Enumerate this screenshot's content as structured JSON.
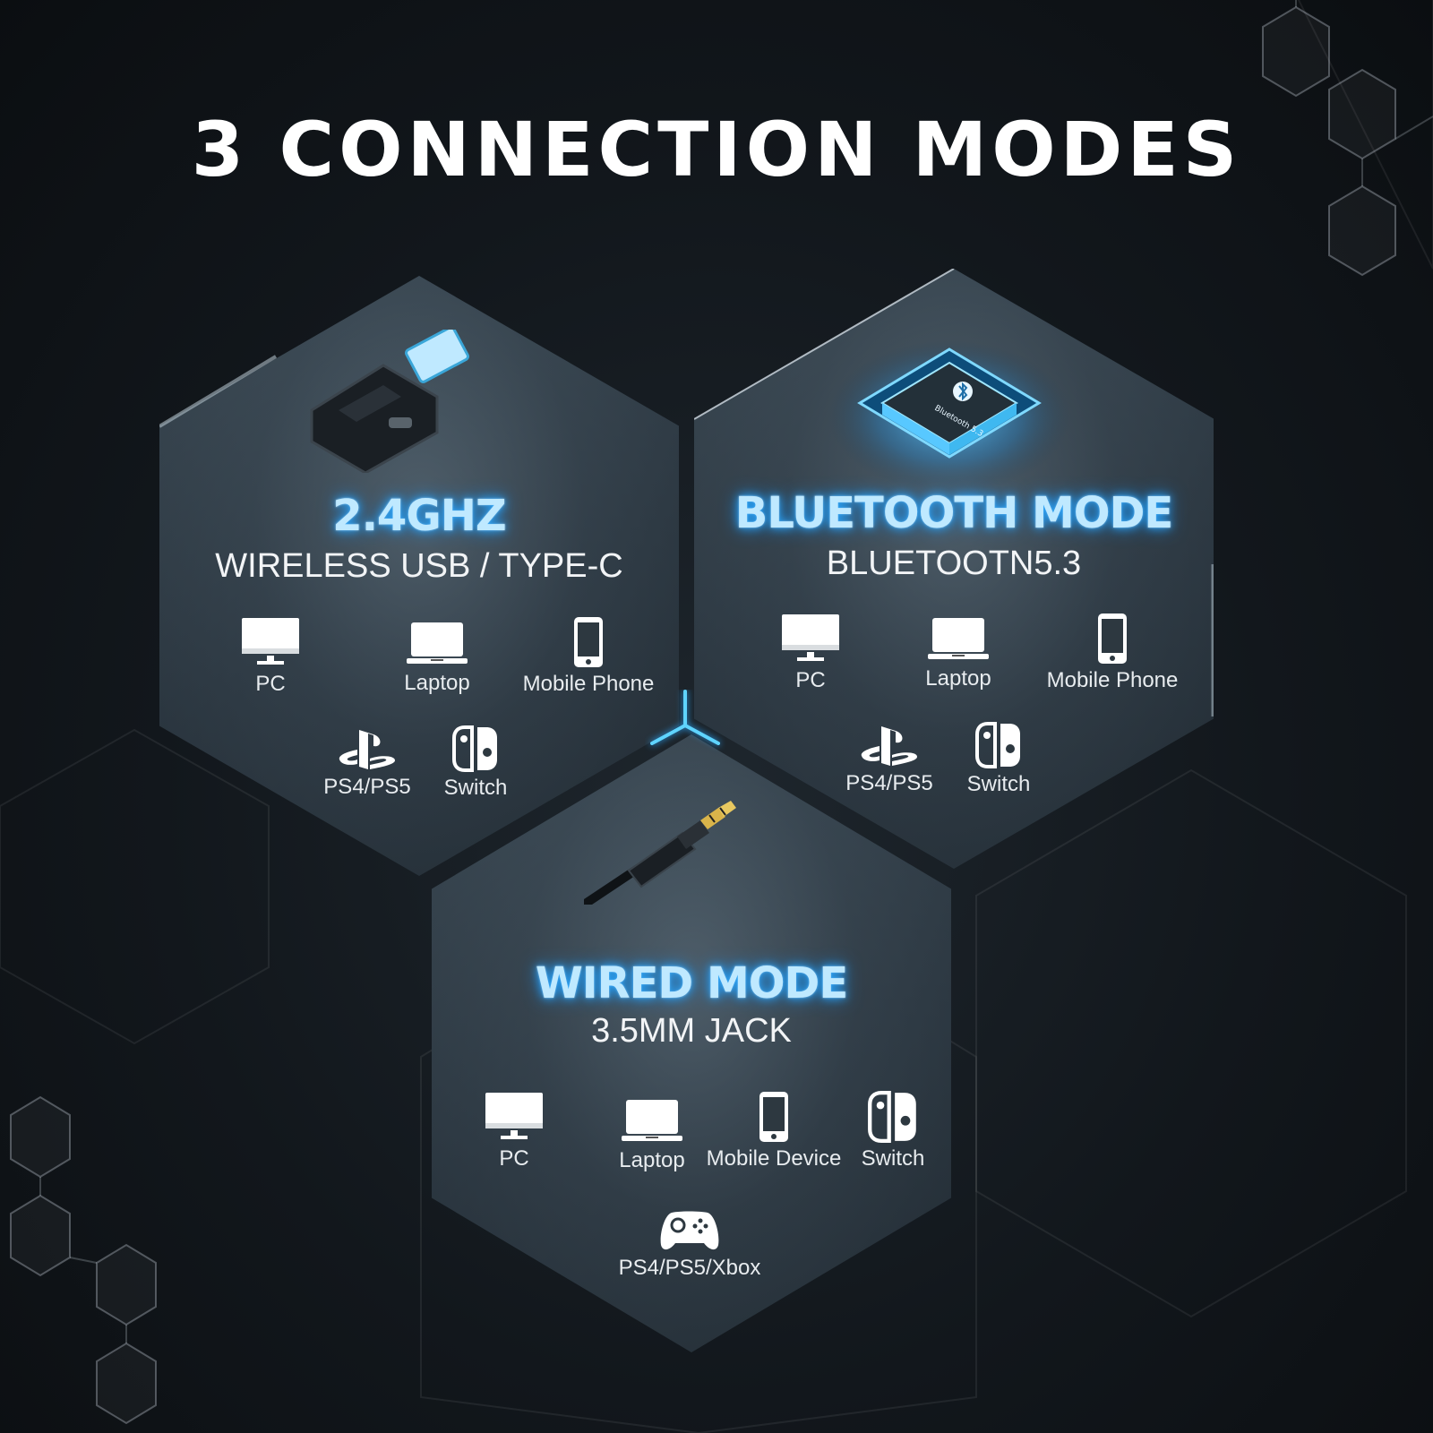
{
  "title": "3 CONNECTION MODES",
  "modes": [
    {
      "title": "2.4GHZ",
      "subtitle": "WIRELESS USB / TYPE-C",
      "product_icon": "usb-dongle-icon",
      "devices": [
        {
          "label": "PC",
          "icon": "monitor-icon"
        },
        {
          "label": "Laptop",
          "icon": "laptop-icon"
        },
        {
          "label": "Mobile Phone",
          "icon": "phone-icon"
        },
        {
          "label": "PS4/PS5",
          "icon": "playstation-icon"
        },
        {
          "label": "Switch",
          "icon": "switch-icon"
        }
      ]
    },
    {
      "title": "BLUETOOTH MODE",
      "subtitle": "BLUETOOTN5.3",
      "product_icon": "bluetooth-chip-icon",
      "chip_label": "Bluetooth 5.3",
      "devices": [
        {
          "label": "PC",
          "icon": "monitor-icon"
        },
        {
          "label": "Laptop",
          "icon": "laptop-icon"
        },
        {
          "label": "Mobile Phone",
          "icon": "phone-icon"
        },
        {
          "label": "PS4/PS5",
          "icon": "playstation-icon"
        },
        {
          "label": "Switch",
          "icon": "switch-icon"
        }
      ]
    },
    {
      "title": "WIRED MODE",
      "subtitle": "3.5MM JACK",
      "product_icon": "audio-jack-icon",
      "devices": [
        {
          "label": "PC",
          "icon": "monitor-icon"
        },
        {
          "label": "Laptop",
          "icon": "laptop-icon"
        },
        {
          "label": "Mobile Device",
          "icon": "phone-icon"
        },
        {
          "label": "Switch",
          "icon": "switch-icon"
        },
        {
          "label": "PS4/PS5/Xbox",
          "icon": "gamepad-icon"
        }
      ]
    }
  ],
  "colors": {
    "accent_glow": "#2aa8ff",
    "title_text": "#ffffff",
    "background": "#12171c"
  }
}
